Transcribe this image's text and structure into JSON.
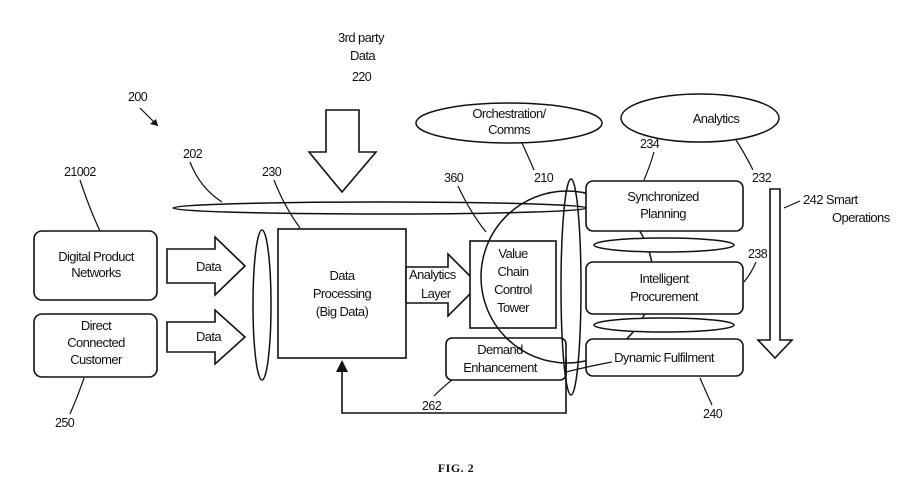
{
  "references": {
    "fig_number": "200",
    "outer_ellipse": "202",
    "digital_product_networks": "21002",
    "third_party_data_ref": "220",
    "data_processing_ref": "230",
    "control_tower_ref": "360",
    "orchestration_ref": "210",
    "synchronized_planning_ref": "234",
    "analytics_ref": "232",
    "smart_operations_ref": "242",
    "intelligent_procurement_ref": "238",
    "direct_customer_ref": "250",
    "demand_enhancement_ref": "262",
    "dynamic_fulfilment_ref": "240"
  },
  "blocks": {
    "digital_product_networks": [
      "Digital Product",
      "Networks"
    ],
    "direct_connected_customer": [
      "Direct",
      "Connected",
      "Customer"
    ],
    "data_processing": [
      "Data",
      "Processing",
      "(Big Data)"
    ],
    "value_chain_control_tower": [
      "Value",
      "Chain",
      "Control",
      "Tower"
    ],
    "demand_enhancement": [
      "Demand",
      "Enhancement"
    ],
    "synchronized_planning": [
      "Synchronized",
      "Planning"
    ],
    "intelligent_procurement": [
      "Intelligent",
      "Procurement"
    ],
    "dynamic_fulfilment": "Dynamic Fulfilment",
    "orchestration": [
      "Orchestration/",
      "Comms"
    ],
    "analytics": "Analytics",
    "smart_operations": [
      "242 Smart",
      "Operations"
    ]
  },
  "arrows": {
    "third_party_data": [
      "3rd party",
      "Data"
    ],
    "data_top": "Data",
    "data_bottom": "Data",
    "analytics_layer": [
      "Analytics",
      "Layer"
    ]
  },
  "caption": "FIG. 2"
}
